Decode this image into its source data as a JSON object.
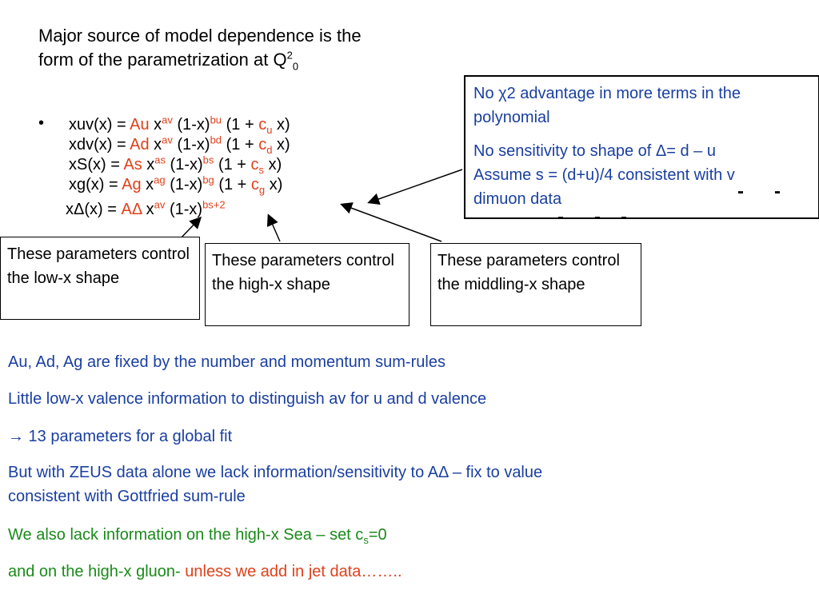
{
  "title": {
    "line1": "Major source of model dependence is the",
    "line2_pre": "form of the parametrization at Q",
    "line2_sup": "2",
    "line2_sub": "0"
  },
  "bullet": "•",
  "equations": [
    {
      "lhs": "xuv(x) = ",
      "A": "Au",
      "x": " x",
      "xp": "av",
      "mid": "  (1-x)",
      "mp": "bu",
      "poly": "  (1 + ",
      "c": "c",
      "cs": "u",
      "end": " x)"
    },
    {
      "lhs": "xdv(x) = ",
      "A": "Ad",
      "x": " x",
      "xp": "av",
      "mid": "  (1-x)",
      "mp": "bd",
      "poly": "  (1 + ",
      "c": "c",
      "cs": "d",
      "end": " x)"
    },
    {
      "lhs": "xS(x)  = ",
      "A": "As",
      "x": "  x",
      "xp": "as",
      "mid": " (1-x)",
      "mp": "bs",
      "poly": "  (1 + ",
      "c": "c",
      "cs": "s",
      "end": " x)"
    },
    {
      "lhs": "xg(x)  = ",
      "A": "Ag",
      "x": "  x",
      "xp": "ag",
      "mid": " (1-x)",
      "mp": "bg",
      "poly": "  (1 + ",
      "c": "c",
      "cs": "g",
      "end": " x)"
    },
    {
      "lhs": "xΔ(x)  = ",
      "A": "AΔ",
      "x": "  x",
      "xp": "av",
      "mid": " (1-x)",
      "mp": "bs+2",
      "poly": "",
      "c": "",
      "cs": "",
      "end": ""
    }
  ],
  "boxes": {
    "lowx": "These parameters control the low-x shape",
    "highx": "These parameters control the high-x shape",
    "midx": "These parameters control the middling-x shape"
  },
  "info": {
    "p1": "No χ2 advantage in more terms in the polynomial",
    "p2_line1": "No sensitivity to shape of Δ= d – u",
    "p2_line2": "Assume s = (d+u)/4 consistent with v",
    "p2_line3": "dimuon data",
    "dash": "-"
  },
  "notes": {
    "n1": "Au, Ad, Ag are fixed by the number and momentum sum-rules",
    "n2": "Little low-x valence information to distinguish av for u and d valence",
    "n3": "→ 13 parameters for a global fit",
    "n4_line1": "But with ZEUS data alone we lack information/sensitivity to AΔ – fix to value",
    "n4_line2": "consistent with Gottfried sum-rule",
    "n5_pre": "We also lack information on the high-x Sea – set c",
    "n5_sub": "s",
    "n5_post": "=0",
    "n6_green": "and on the high-x gluon- ",
    "n6_red": "unless we add in jet data…….."
  },
  "colors": {
    "red": "#e0401a",
    "blue": "#1a3fa0",
    "green": "#1a8a1a"
  }
}
